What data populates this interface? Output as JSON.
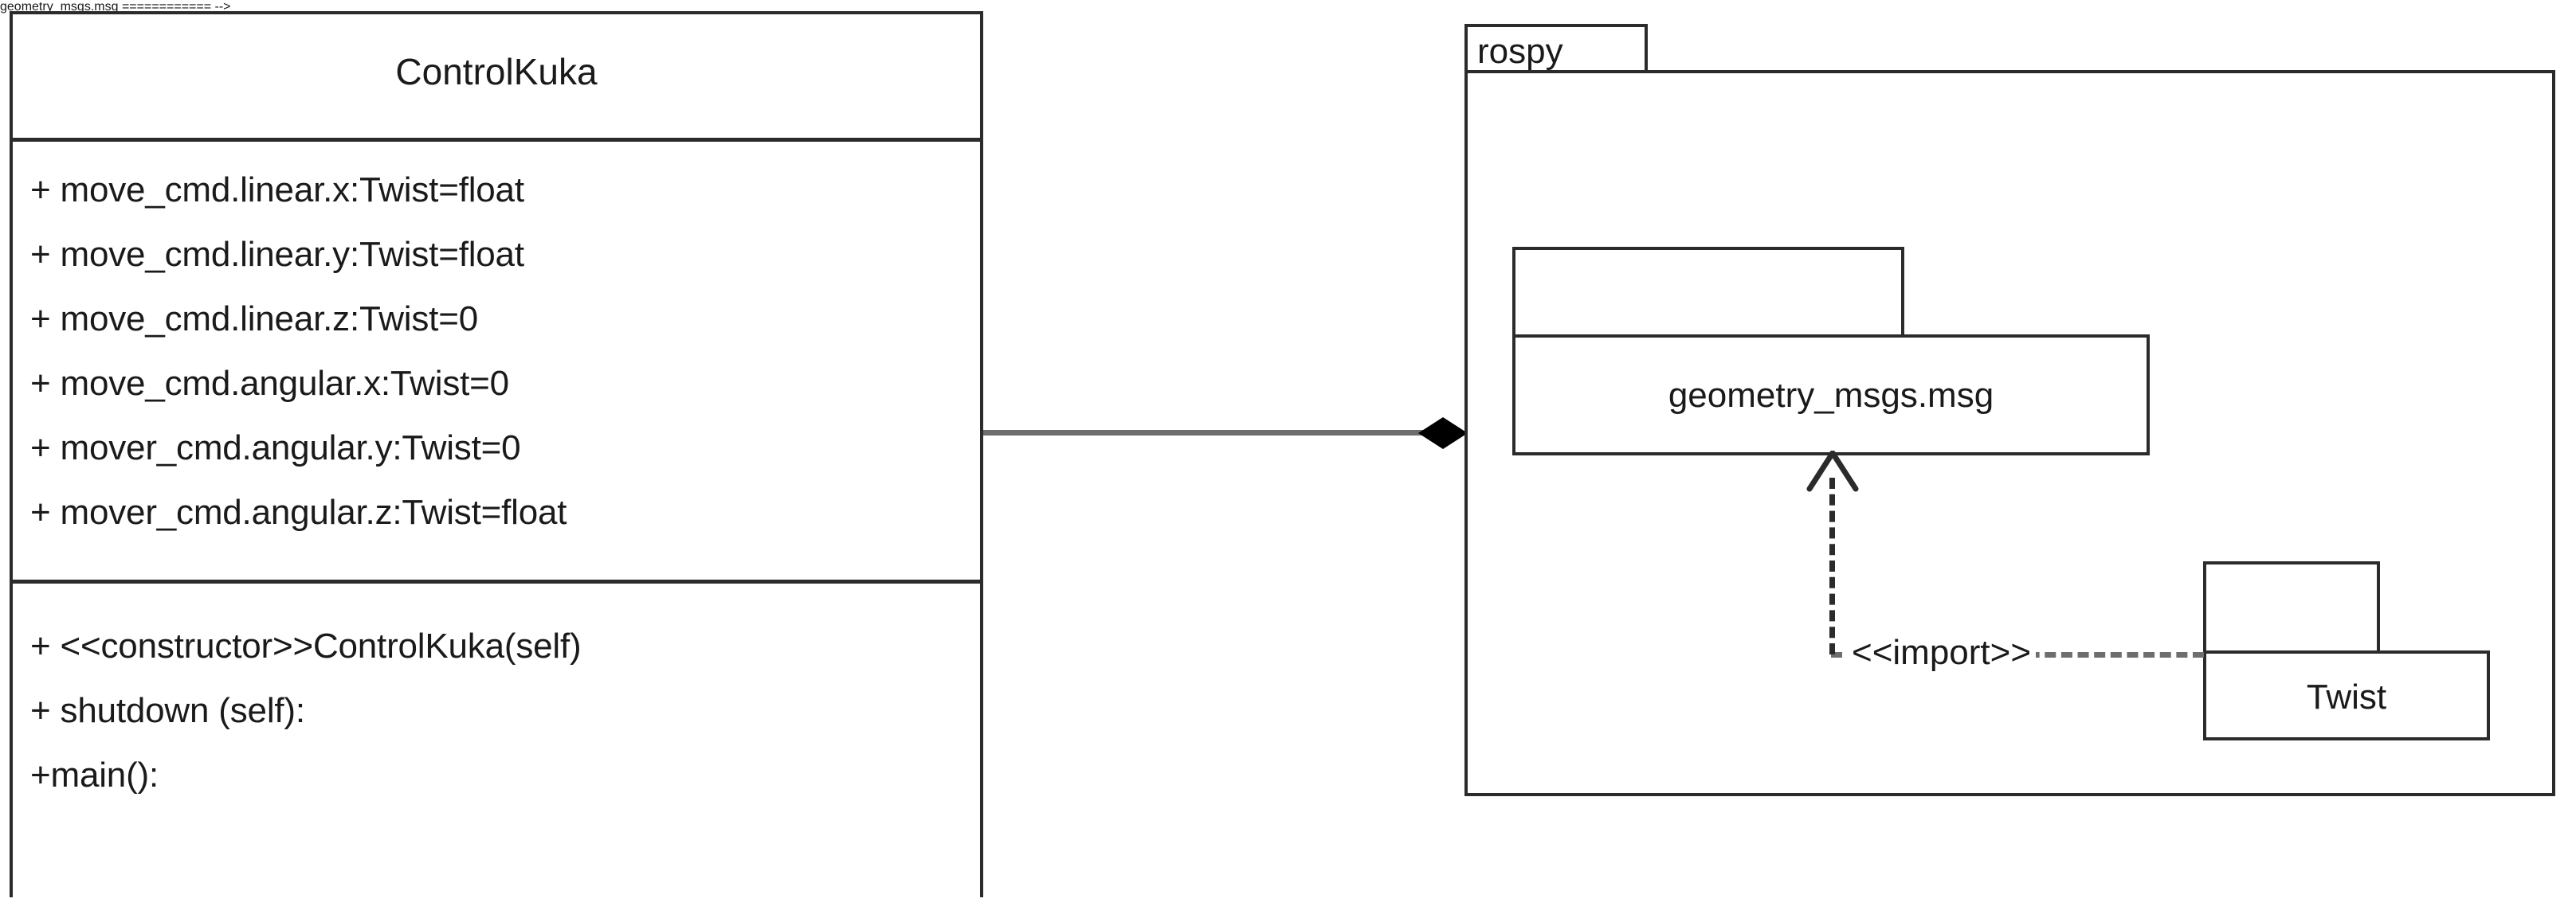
{
  "diagram": {
    "type": "uml-class-diagram",
    "background": "#ffffff",
    "line_color": "#2b2b2b",
    "connector_color": "#6e6e6e"
  },
  "class_box": {
    "name": "ControlKuka",
    "attributes": [
      "+ move_cmd.linear.x:Twist=float",
      "+ move_cmd.linear.y:Twist=float",
      "+ move_cmd.linear.z:Twist=0",
      "+ move_cmd.angular.x:Twist=0",
      "+ mover_cmd.angular.y:Twist=0",
      "+ mover_cmd.angular.z:Twist=float"
    ],
    "operations": [
      "+ <<constructor>>ControlKuka(self)",
      "+ shutdown (self):",
      "+main():"
    ]
  },
  "packages": {
    "rospy": {
      "name": "rospy"
    },
    "geometry_msgs": {
      "name": "geometry_msgs.msg"
    },
    "twist": {
      "name": "Twist"
    }
  },
  "relationships": {
    "composition": {
      "source": "ControlKuka",
      "target": "rospy",
      "label": "",
      "end_marker": "filled-diamond"
    },
    "import_dependency": {
      "source": "Twist",
      "target": "geometry_msgs.msg",
      "label": "<<import>>",
      "style": "dashed",
      "end_marker": "open-arrow"
    }
  }
}
